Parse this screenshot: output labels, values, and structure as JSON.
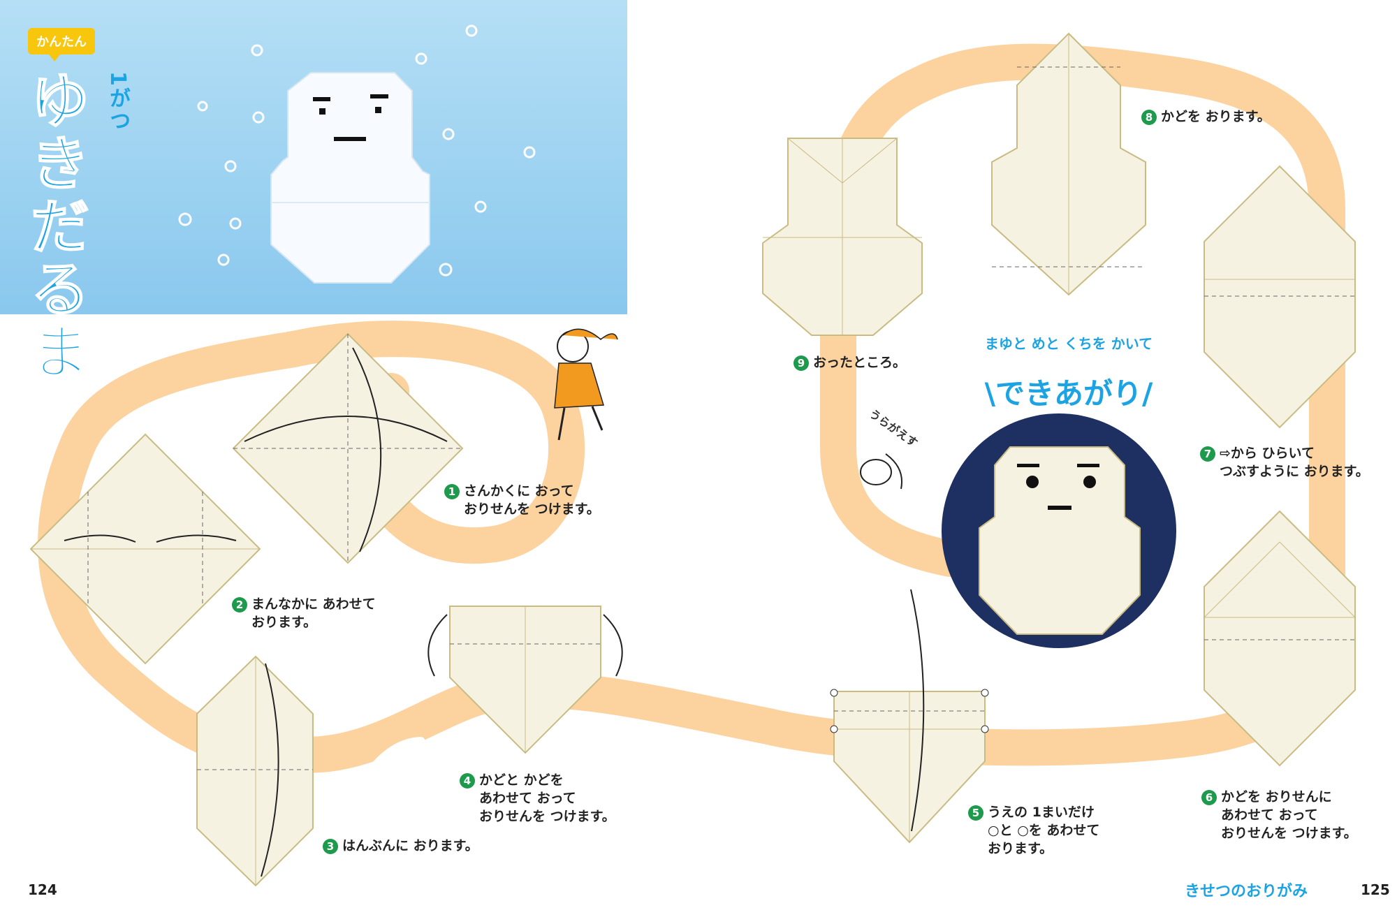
{
  "header": {
    "tag": "かんたん",
    "title_chars": [
      "ゆ",
      "き",
      "だ",
      "る",
      "ま"
    ],
    "month": "1がつ"
  },
  "steps": [
    {
      "num": "1",
      "line1": "さんかくに おって",
      "line2": "おりせんを つけます。"
    },
    {
      "num": "2",
      "line1": "まんなかに あわせて",
      "line2": "おります。"
    },
    {
      "num": "3",
      "line1": "はんぶんに おります。",
      "line2": ""
    },
    {
      "num": "4",
      "line1": "かどと かどを",
      "line2": "あわせて おって",
      "line3": "おりせんを つけます。"
    },
    {
      "num": "5",
      "line1": "うえの 1まいだけ",
      "line2": "○と ○を あわせて",
      "line3": "おります。"
    },
    {
      "num": "6",
      "line1": "かどを おりせんに",
      "line2": "あわせて おって",
      "line3": "おりせんを つけます。"
    },
    {
      "num": "7",
      "line1": "⇨から ひらいて",
      "line2": "つぶすように おります。"
    },
    {
      "num": "8",
      "line1": "かどを おります。",
      "line2": ""
    },
    {
      "num": "9",
      "line1": "おったところ。",
      "line2": ""
    }
  ],
  "finish": {
    "small": "まゆと めと くちを かいて",
    "big": "\\できあがり/"
  },
  "turn_over": "うらがえす",
  "footer": {
    "page_left": "124",
    "page_right": "125",
    "section": "きせつのおりがみ"
  },
  "colors": {
    "sky": "#8ac8ee",
    "title": "#1ba3e3",
    "path": "#fcd29f",
    "paper": "#f6f2e2",
    "step_circle": "#1d9a4c",
    "finish_bg": "#1e2f61",
    "girl": "#f29a1f"
  }
}
